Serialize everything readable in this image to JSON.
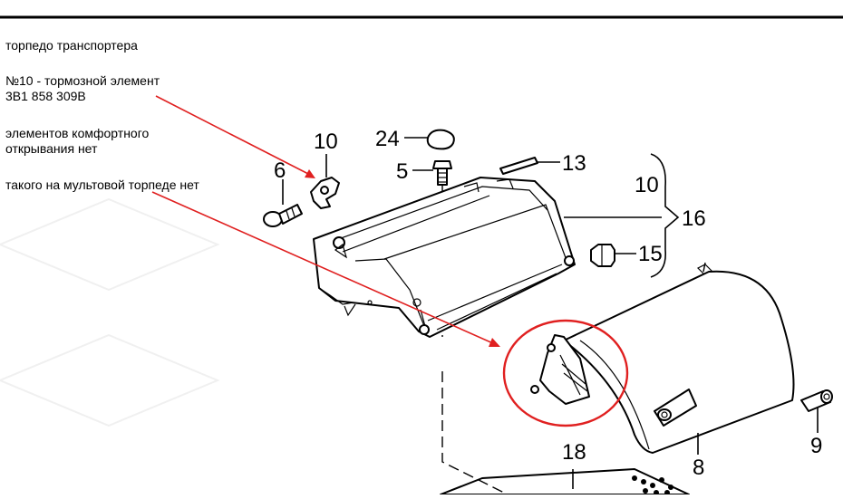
{
  "notes": {
    "title": "торпедо транспортера",
    "item10_line1": "№10 - тормозной элемент",
    "item10_line2": "3B1 858 309B",
    "comfort_line1": "элементов комфортного",
    "comfort_line2": "открывания нет",
    "multivan": "такого на мультовой торпеде нет"
  },
  "callouts": {
    "c24": "24",
    "c10a": "10",
    "c6": "6",
    "c5": "5",
    "c13": "13",
    "c10b": "10",
    "c16": "16",
    "c15": "15",
    "c9": "9",
    "c8": "8",
    "c18": "18"
  },
  "colors": {
    "annotation": "#e02020",
    "ink": "#000000"
  }
}
